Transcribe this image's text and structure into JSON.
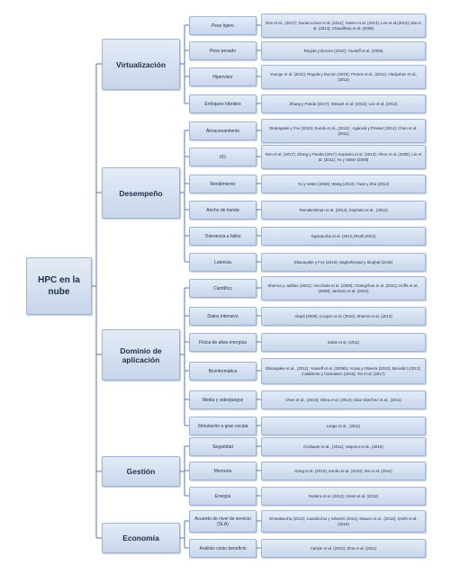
{
  "root": "HPC en la nube",
  "categories": [
    {
      "label": "Virtualización",
      "topics": [
        {
          "label": "Peso ligero",
          "refs": "Ren et al., (2017); Duran-Limon et al.,(2011); Xavier et al. (2013); Lee et al.(2013); Dai et al. (2013); Chaudhary et al. (2008)"
        },
        {
          "label": "Peso pesado",
          "refs": "Regola y Ducom (2010); Youseff et al. (2006)"
        },
        {
          "label": "Hipervisor",
          "refs": "Younge et al. (2011); Regola y Ducom (2010); Perera et al., (2011); Aladyshev et al., (2013)"
        },
        {
          "label": "Enfoques híbridos",
          "refs": "Zhang y Panda (2017); Stewart et al. (2012); Lee et al. (2013)"
        }
      ]
    },
    {
      "label": "Desempeño",
      "topics": [
        {
          "label": "Almacenamiento",
          "refs": "Ekanayake y Fox (2010); Kundu et al., (2010) ; Agarwal y Prasad (2012); Chen et al. (2011)"
        },
        {
          "label": "I/O",
          "refs": "Ren et al. (2017); Zhang y Panda (2017); Expósito et al. (2013); Shun et al. (2008); Liu et al. (2011); Yu y Vetter (2008)"
        },
        {
          "label": "Rendimiento",
          "refs": "Yu y Vetter (2008); Wang (2010); Yuan y Zhu (2012)"
        },
        {
          "label": "Ancho de banda",
          "refs": "Ramakrishnan et al. (2012); Expósito et al., (2012)"
        },
        {
          "label": "Tolerancia a fallos",
          "refs": "Egwutuoha et al. (2012,2012b,2013)"
        },
        {
          "label": "Latencia",
          "refs": "Ekanayake y Fox (2010); Naghshnejad y Singhal (2018)"
        }
      ]
    },
    {
      "label": "Dominio de aplicación",
      "topics": [
        {
          "label": "Científico",
          "refs": "Sharma y Jadhav (2021); Vecchiola et al. (2009); Changchun et al. (2011); Hoffa et al., (2008); Jackson et al. (2010)"
        },
        {
          "label": "Datos intensivo",
          "refs": "Abadi (2009); Cooper et al. (2010); Shamsi et al. (2013)"
        },
        {
          "label": "Física de altas energías",
          "refs": "Sobie et al. (2011)"
        },
        {
          "label": "Bioinformática",
          "refs": "Ekanayake et al., (2011); Youseff et al. (2006b); Arrais y Oliveira (2010); Benedict (2013); Calabrese y Cannataro (2015); Yin et al. (2017)"
        },
        {
          "label": "Media y videojuegos",
          "refs": "Chen et al., (2014); Shea et al. (2013); Diaz-Sánchez et al., (2011)"
        },
        {
          "label": "Simulación a gran escala",
          "refs": "Lange et al., (2011)"
        }
      ]
    },
    {
      "label": "Gestión",
      "topics": [
        {
          "label": "Seguridad",
          "refs": "Grobauer et al., (2011); Vaquero et al., (2010)"
        },
        {
          "label": "Memoria",
          "refs": "Dong et al. (2013); Kundu et al. (2010); Wu et al. (2011)"
        },
        {
          "label": "Energía",
          "refs": "Rodero et al. (2012); Anton et al. (2012)"
        }
      ]
    },
    {
      "label": "Economía",
      "topics": [
        {
          "label": "Acuerdo de nivel de servicio (SLA)",
          "refs": "Emeakaroha (2012); Casalicchio y Silvestri (2012), Maurer et al., (2012); Smith et al. (2019)"
        },
        {
          "label": "Análisis costo beneficio",
          "refs": "Carlyle et al. (2010); Zhai et al. (2011)"
        }
      ]
    }
  ]
}
